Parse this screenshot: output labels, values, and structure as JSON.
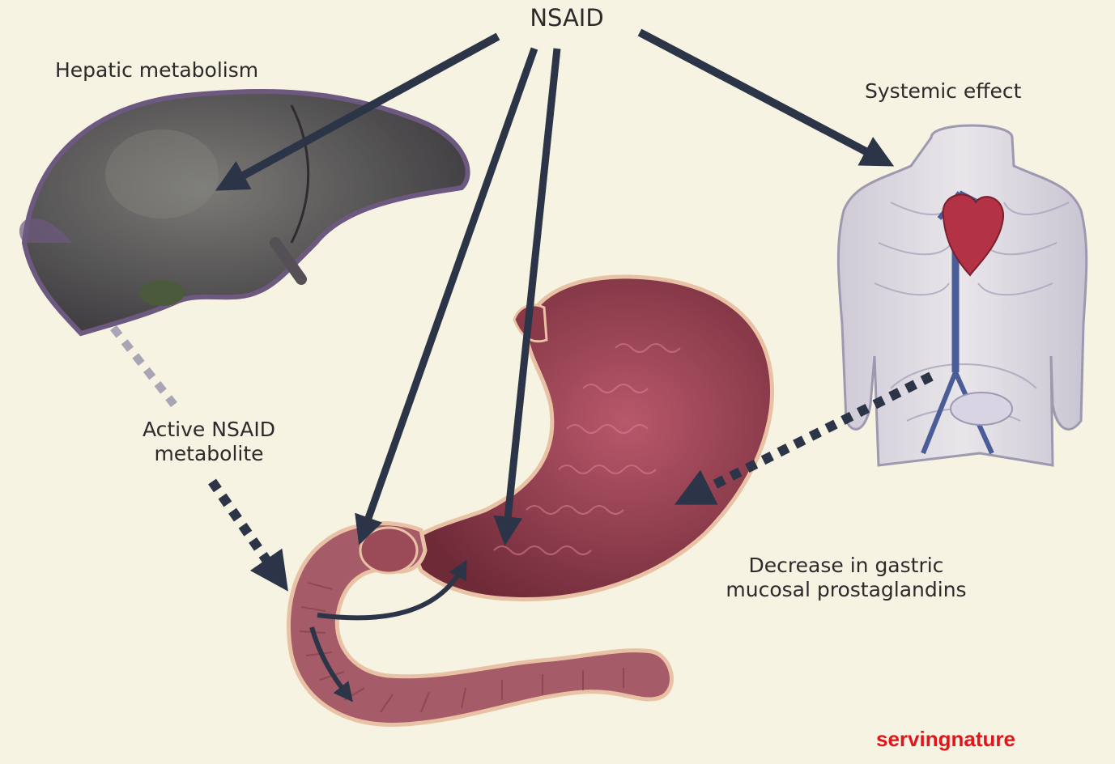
{
  "labels": {
    "nsaid": "NSAID",
    "hepatic_metabolism": "Hepatic metabolism",
    "systemic_effect": "Systemic effect",
    "active_metabolite_line1": "Active NSAID",
    "active_metabolite_line2": "metabolite",
    "decrease_line1": "Decrease in gastric",
    "decrease_line2": "mucosal prostaglandins"
  },
  "watermark": "servingnature",
  "colors": {
    "background": "#f6f3e3",
    "arrow": "#2c3448",
    "liver": "#4e4c4e",
    "liver_rim": "#6d5880",
    "stomach": "#8a3948",
    "intestine": "#a65c68",
    "heart": "#b33246",
    "vessel": "#4a5d96",
    "body_outline": "#9d99b0",
    "watermark": "#e4141b"
  },
  "figure": {
    "organs": [
      "liver-icon",
      "stomach-icon",
      "duodenum-icon",
      "torso-icon",
      "heart-icon"
    ]
  }
}
